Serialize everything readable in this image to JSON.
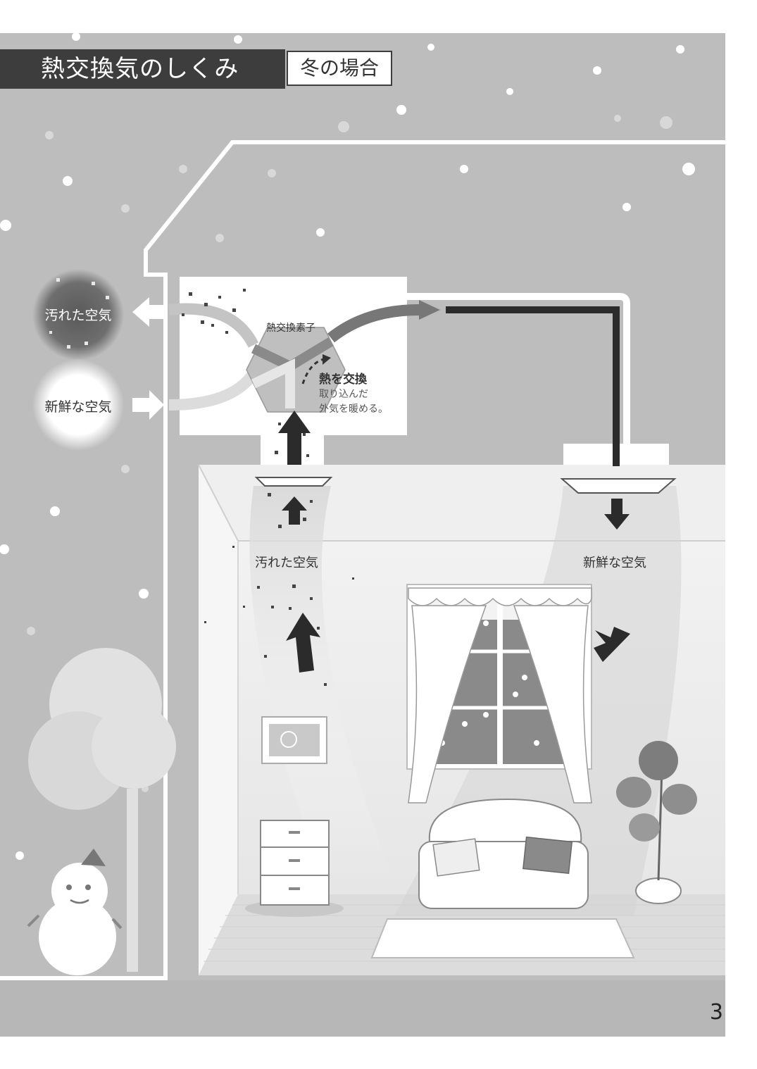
{
  "header": {
    "title": "熱交換気のしくみ",
    "tag": "冬の場合"
  },
  "unit": {
    "element_label": "熱交換素子",
    "exchange_title": "熱を交換",
    "exchange_desc_1": "取り込んだ",
    "exchange_desc_2": "外気を暖める。"
  },
  "outside": {
    "dirty_air": "汚れた空気",
    "fresh_air": "新鮮な空気"
  },
  "room": {
    "dirty_air": "汚れた空気",
    "fresh_air": "新鮮な空気"
  },
  "page_number": "3",
  "colors": {
    "sky": "#bdbdbd",
    "house_line": "#ffffff",
    "duct_dark": "#2b2b2b",
    "title_bg": "#3d3d3d"
  }
}
